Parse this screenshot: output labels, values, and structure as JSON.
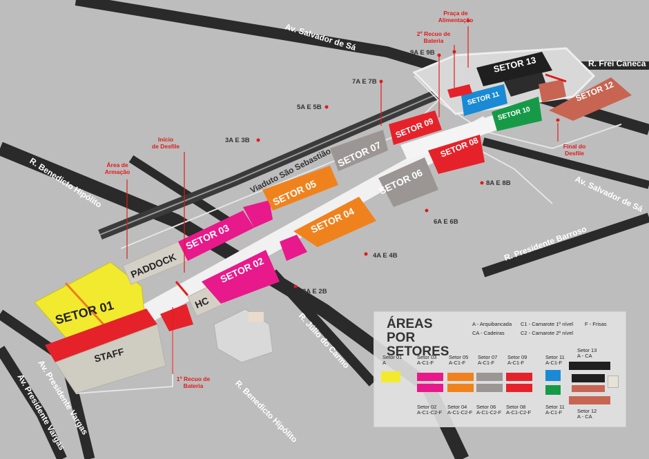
{
  "streets": {
    "salvador_top": "Av. Salvador de Sá",
    "frei_caneca": "R. Frei Caneca",
    "salvador_right": "Av. Salvador de Sá",
    "presidente_barroso": "R. Presidente Barroso",
    "viaduto": "Viaduto São Sebastião",
    "benedicto_left": "R. Benedicto Hipólito",
    "benedicto_bottom": "R. Benedicto Hipólito",
    "julio_carmo": "R. Júlio do Carmo",
    "pres_vargas_1": "Av. Presidente Vargas",
    "pres_vargas_2": "Av. Presidente Vargas"
  },
  "sectors": {
    "s01": "SETOR 01",
    "s02": "SETOR 02",
    "s03": "SETOR 03",
    "s04": "SETOR 04",
    "s05": "SETOR 05",
    "s06": "SETOR 06",
    "s07": "SETOR 07",
    "s08": "SETOR 08",
    "s09": "SETOR 09",
    "s10": "SETOR 10",
    "s11": "SETOR 11",
    "s12": "SETOR 12",
    "s13": "SETOR 13",
    "staff": "STAFF",
    "paddock": "PADDOCK",
    "hc": "HC"
  },
  "callouts": {
    "praca": [
      "Praça de",
      "Alimentação"
    ],
    "recuo2": [
      "2º Recuo de",
      "Bateria"
    ],
    "inicio": [
      "Início",
      "de Desfile"
    ],
    "armacao": [
      "Área de",
      "Armação"
    ],
    "recuo1": [
      "1º Recuo de",
      "Bateria"
    ],
    "final": [
      "Final do",
      "Desfile"
    ]
  },
  "gates": {
    "g9": "9A E 9B",
    "g7": "7A E 7B",
    "g5": "5A E 5B",
    "g3": "3A E 3B",
    "g8": "8A E 8B",
    "g6": "6A E 6B",
    "g4": "4A E 4B",
    "g2": "2A E 2B"
  },
  "legend": {
    "title": "ÁREAS POR SETORES",
    "key_a": "A - Arquibancada",
    "key_ca": "CA - Cadeiras",
    "key_c1": "C1 - Camarote 1º nível",
    "key_c2": "C2 - Camarote 2º nível",
    "key_f": "F - Frisas",
    "top": [
      {
        "name": "Setor 01",
        "codes": "A"
      },
      {
        "name": "Setor 03",
        "codes": "A-C1-F"
      },
      {
        "name": "Setor 05",
        "codes": "A-C1-F"
      },
      {
        "name": "Setor 07",
        "codes": "A-C1-F"
      },
      {
        "name": "Setor 09",
        "codes": "A-C1-F"
      },
      {
        "name": "Setor 11",
        "codes": "A-C1-F"
      },
      {
        "name": "Setor 13",
        "codes": "A - CA"
      }
    ],
    "bottom": [
      {
        "name": "Setor 02",
        "codes": "A-C1-C2-F"
      },
      {
        "name": "Setor 04",
        "codes": "A-C1-C2-F"
      },
      {
        "name": "Setor 06",
        "codes": "A-C1-C2-F"
      },
      {
        "name": "Setor 08",
        "codes": "A-C1-C2-F"
      },
      {
        "name": "Setor 11",
        "codes": "A-C1-F"
      },
      {
        "name": "Setor 12",
        "codes": "A - CA"
      }
    ]
  },
  "colors": {
    "s01": "#f2ea2e",
    "s02": "#e8198b",
    "s04": "#f0821e",
    "s06": "#9b9693",
    "s08": "#e5222a",
    "s10": "#179a48",
    "s11": "#1a8ad4",
    "s12": "#c76552",
    "s13": "#1f1f1f",
    "red": "#e01b1b",
    "road": "#2b2b2b"
  }
}
